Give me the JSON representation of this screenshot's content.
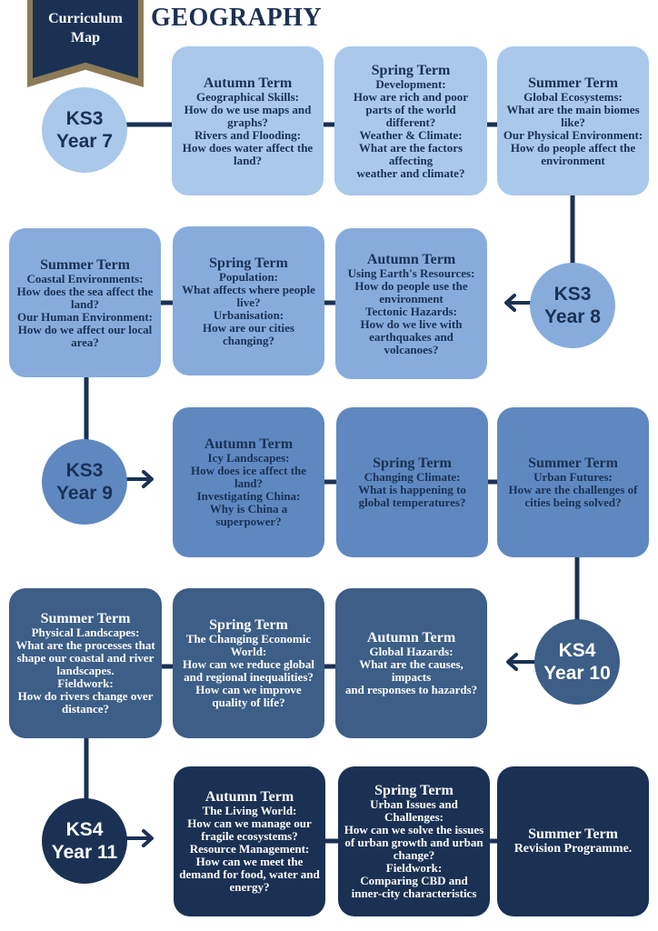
{
  "header": {
    "banner_line1": "Curriculum",
    "banner_line2": "Map",
    "title": "GEOGRAPHY"
  },
  "years": [
    {
      "ks": "KS3",
      "year": "Year 7",
      "terms": [
        {
          "term": "Autumn Term",
          "lines": [
            "Geographical Skills:",
            "How do we use maps and graphs?",
            "Rivers and Flooding:",
            "How does water affect the land?"
          ]
        },
        {
          "term": "Spring Term",
          "lines": [
            "Development:",
            "How are rich and poor parts of the world different?",
            "Weather & Climate:",
            "What are the factors affecting",
            "weather and climate?"
          ]
        },
        {
          "term": "Summer Term",
          "lines": [
            "Global Ecosystems:",
            "What are the main biomes like?",
            "Our Physical Environment:",
            "How do people affect the environment"
          ]
        }
      ]
    },
    {
      "ks": "KS3",
      "year": "Year 8",
      "terms": [
        {
          "term": "Summer Term",
          "lines": [
            "Coastal Environments:",
            "How does the sea affect the land?",
            "Our Human Environment:",
            "How do we affect our local area?"
          ]
        },
        {
          "term": "Spring Term",
          "lines": [
            "Population:",
            "What affects where people live?",
            "Urbanisation:",
            "How are our cities changing?"
          ]
        },
        {
          "term": "Autumn Term",
          "lines": [
            "Using Earth's Resources:",
            "How do people use the environment",
            "Tectonic Hazards:",
            "How do we live with earthquakes and volcanoes?"
          ]
        }
      ]
    },
    {
      "ks": "KS3",
      "year": "Year 9",
      "terms": [
        {
          "term": "Autumn Term",
          "lines": [
            "Icy Landscapes:",
            "How does ice affect the land?",
            "Investigating China:",
            "Why is China a superpower?"
          ]
        },
        {
          "term": "Spring Term",
          "lines": [
            "Changing Climate:",
            "What is happening to global temperatures?"
          ]
        },
        {
          "term": "Summer Term",
          "lines": [
            "Urban Futures:",
            "How are the challenges of cities being solved?"
          ]
        }
      ]
    },
    {
      "ks": "KS4",
      "year": "Year 10",
      "terms": [
        {
          "term": "Summer Term",
          "lines": [
            "Physical Landscapes:",
            "What are the processes that shape our coastal and river landscapes.",
            "Fieldwork:",
            "How do rivers change over distance?"
          ]
        },
        {
          "term": "Spring Term",
          "lines": [
            "The Changing Economic World:",
            "How can we reduce global and regional inequalities?",
            "How can we improve quality of life?"
          ]
        },
        {
          "term": "Autumn Term",
          "lines": [
            "Global Hazards:",
            "What are the causes, impacts",
            "and responses to hazards?"
          ]
        }
      ]
    },
    {
      "ks": "KS4",
      "year": "Year 11",
      "terms": [
        {
          "term": "Autumn Term",
          "lines": [
            "The Living World:",
            "How can we manage our fragile ecosystems?",
            "Resource Management:",
            "How can we meet the demand for food, water and energy?"
          ]
        },
        {
          "term": "Spring Term",
          "lines": [
            "Urban Issues and Challenges:",
            "How can we solve the issues of urban growth and urban change?",
            "Fieldwork:",
            "Comparing CBD and inner-city characteristics"
          ]
        },
        {
          "term": "Summer Term",
          "lines": [
            "Revision Programme."
          ]
        }
      ]
    }
  ],
  "colors": {
    "row1": "#a9c8ea",
    "row2": "#87acdc",
    "row3": "#5f88c0",
    "row4": "#3c5e87",
    "row5": "#1a3154",
    "connector": "#1a3154",
    "banner_trim": "#8c7b57"
  }
}
